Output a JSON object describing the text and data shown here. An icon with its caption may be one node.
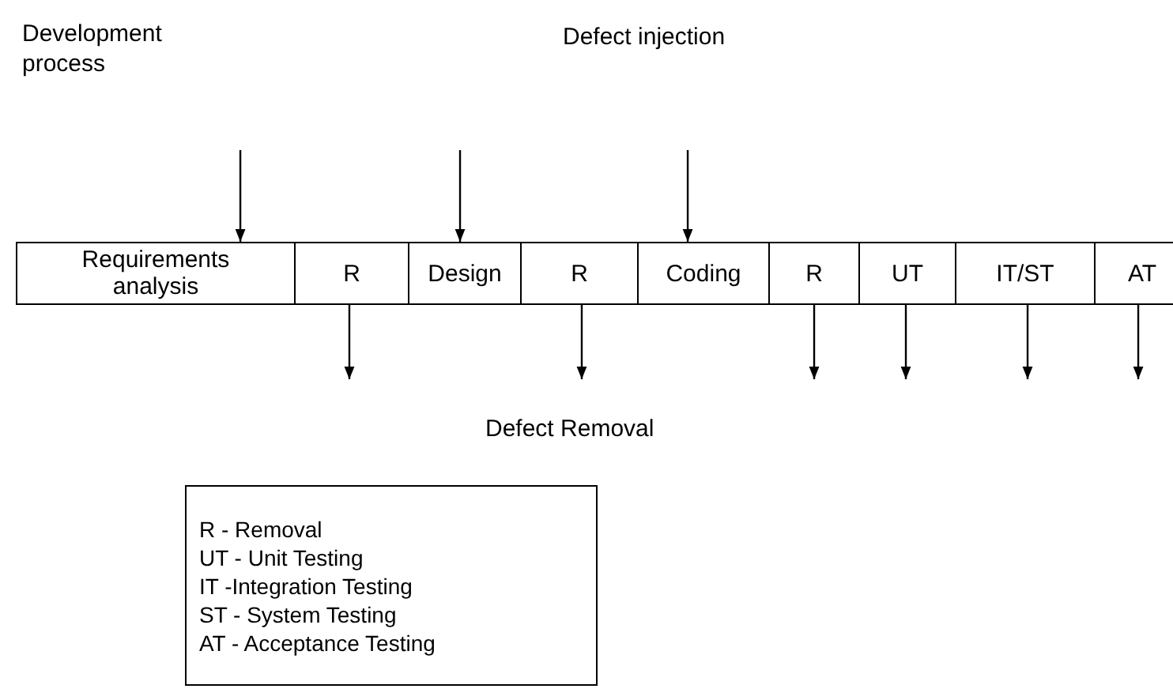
{
  "diagram": {
    "nodes": [
      {
        "text": [
          "Requirements analysis"
        ]
      },
      {
        "text": [
          "R"
        ]
      },
      {
        "text": [
          "Design"
        ]
      },
      {
        "text": [
          "R"
        ]
      },
      {
        "text": [
          "Coding"
        ]
      },
      {
        "text": [
          "R"
        ]
      },
      {
        "text": [
          "UT"
        ]
      },
      {
        "text": [
          "IT/ST"
        ]
      },
      {
        "text": [
          "AT"
        ]
      },
      {
        "text": [
          "R - Removal",
          "UT - Unit Testing",
          "IT -Integration Testing",
          "ST - System Testing",
          "AT - Acceptance Testing"
        ]
      }
    ],
    "edges": [
      {
        "from": null,
        "to": 0,
        "arrow": "to"
      },
      {
        "from": null,
        "to": 2,
        "arrow": "to"
      },
      {
        "from": null,
        "to": 4,
        "arrow": "to"
      },
      {
        "from": 1,
        "to": null,
        "arrow": "to"
      },
      {
        "from": 3,
        "to": null,
        "arrow": "to"
      },
      {
        "from": 5,
        "to": null,
        "arrow": "to"
      },
      {
        "from": 6,
        "to": null,
        "arrow": "to"
      },
      {
        "from": 7,
        "to": null,
        "arrow": "to"
      },
      {
        "from": 8,
        "to": null,
        "arrow": "to"
      }
    ],
    "labels": [
      "Development process",
      "Defect injection",
      "Defect Removal"
    ]
  }
}
